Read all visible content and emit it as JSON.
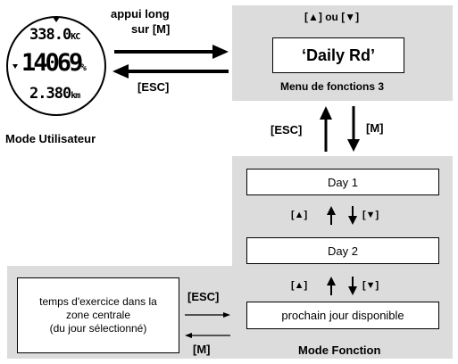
{
  "watch": {
    "line1_value": "338.0",
    "line1_unit": "KC",
    "line2_value": "14069",
    "line2_unit": "%",
    "line3_value": "2.380",
    "line3_unit": "km",
    "caption": "Mode Utilisateur"
  },
  "transitions": {
    "long_press_line1": "appui long",
    "long_press_line2": "sur [M]",
    "esc_back_top": "[ESC]",
    "esc_up": "[ESC]",
    "m_down": "[M]",
    "esc_right": "[ESC]",
    "m_left": "[M]"
  },
  "menu_panel": {
    "nav_hint": "[▲] ou [▼]",
    "display_text": "‘Daily Rd’",
    "caption": "Menu de fonctions 3"
  },
  "function_panel": {
    "day1": "Day 1",
    "day2": "Day 2",
    "up_hint_1": "[▲]",
    "down_hint_1": "[▼]",
    "up_hint_2": "[▲]",
    "down_hint_2": "[▼]",
    "next_day": "prochain jour disponible",
    "caption": "Mode Fonction"
  },
  "exercise_box": {
    "line1": "temps d'exercice dans la",
    "line2": "zone centrale",
    "line3": "(du jour sélectionné)"
  }
}
